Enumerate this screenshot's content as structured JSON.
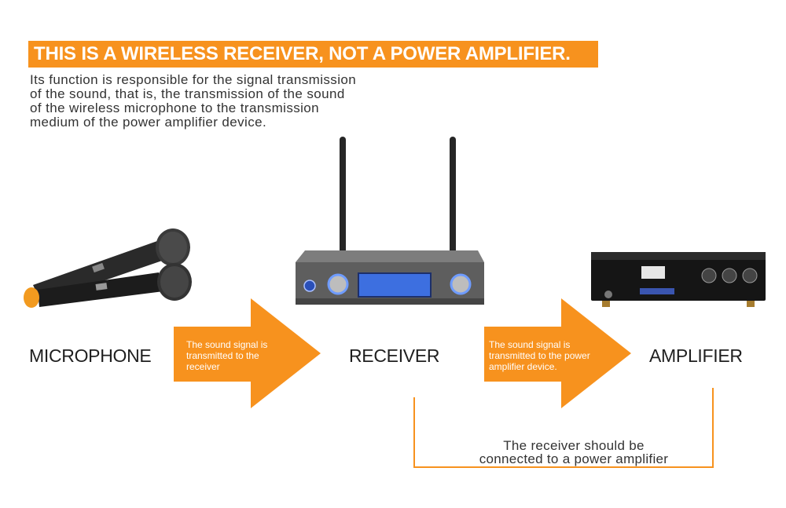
{
  "banner": {
    "title": "THIS IS A WIRELESS RECEIVER, NOT A POWER AMPLIFIER."
  },
  "intro": {
    "lines": [
      "Its function is responsible for the signal transmission",
      "of the sound, that is, the transmission of the sound",
      "of the wireless microphone to the transmission",
      "medium of the power amplifier device."
    ]
  },
  "nodes": {
    "microphone": {
      "label": "MICROPHONE"
    },
    "receiver": {
      "label": "RECEIVER"
    },
    "amplifier": {
      "label": "AMPLIFIER"
    }
  },
  "arrows": {
    "mic_to_receiver": {
      "lines": [
        "The sound signal is",
        "transmitted to the",
        "receiver"
      ]
    },
    "receiver_to_amplifier": {
      "lines": [
        "The sound signal is",
        "transmitted to the power",
        "amplifier device."
      ]
    }
  },
  "connection_note": {
    "lines": [
      "The receiver should be",
      "connected to a power amplifier"
    ]
  },
  "colors": {
    "accent": "#f7921e",
    "text": "#1f1f1f",
    "device_dark": "#2b2b2b",
    "display_blue": "#3d6fe0"
  }
}
